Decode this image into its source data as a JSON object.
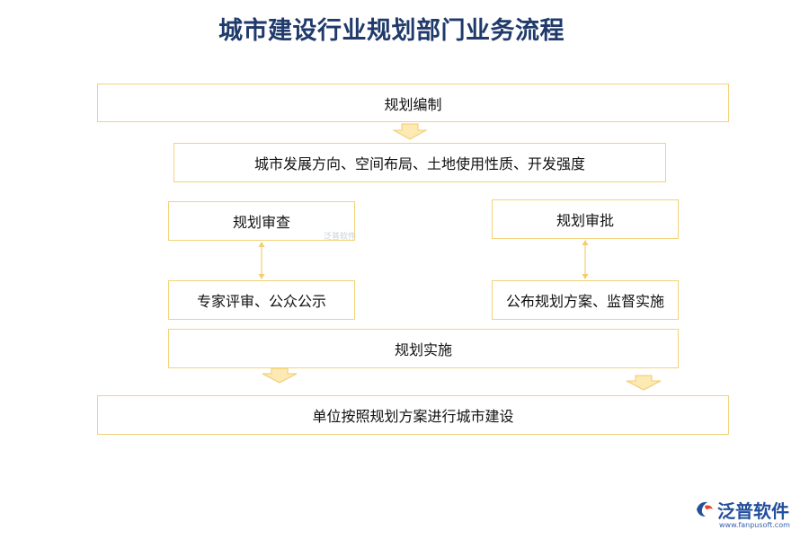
{
  "title": "城市建设行业规划部门业务流程",
  "nodes": {
    "compile": "规划编制",
    "content": "城市发展方向、空间布局、土地使用性质、开发强度",
    "review": "规划审查",
    "expert": "专家评审、公众公示",
    "approve": "规划审批",
    "publish": "公布规划方案、监督实施",
    "implement": "规划实施",
    "construct": "单位按照规划方案进行城市建设"
  },
  "watermark": "泛普软件",
  "logo": {
    "name": "泛普软件",
    "url": "www.fanpusoft.com"
  },
  "colors": {
    "title": "#1f3a6b",
    "box_border": "#f2d27a",
    "arrow_fill": "#fce9b3",
    "arrow_stroke": "#efcc6e",
    "connector": "#f0cf72"
  }
}
